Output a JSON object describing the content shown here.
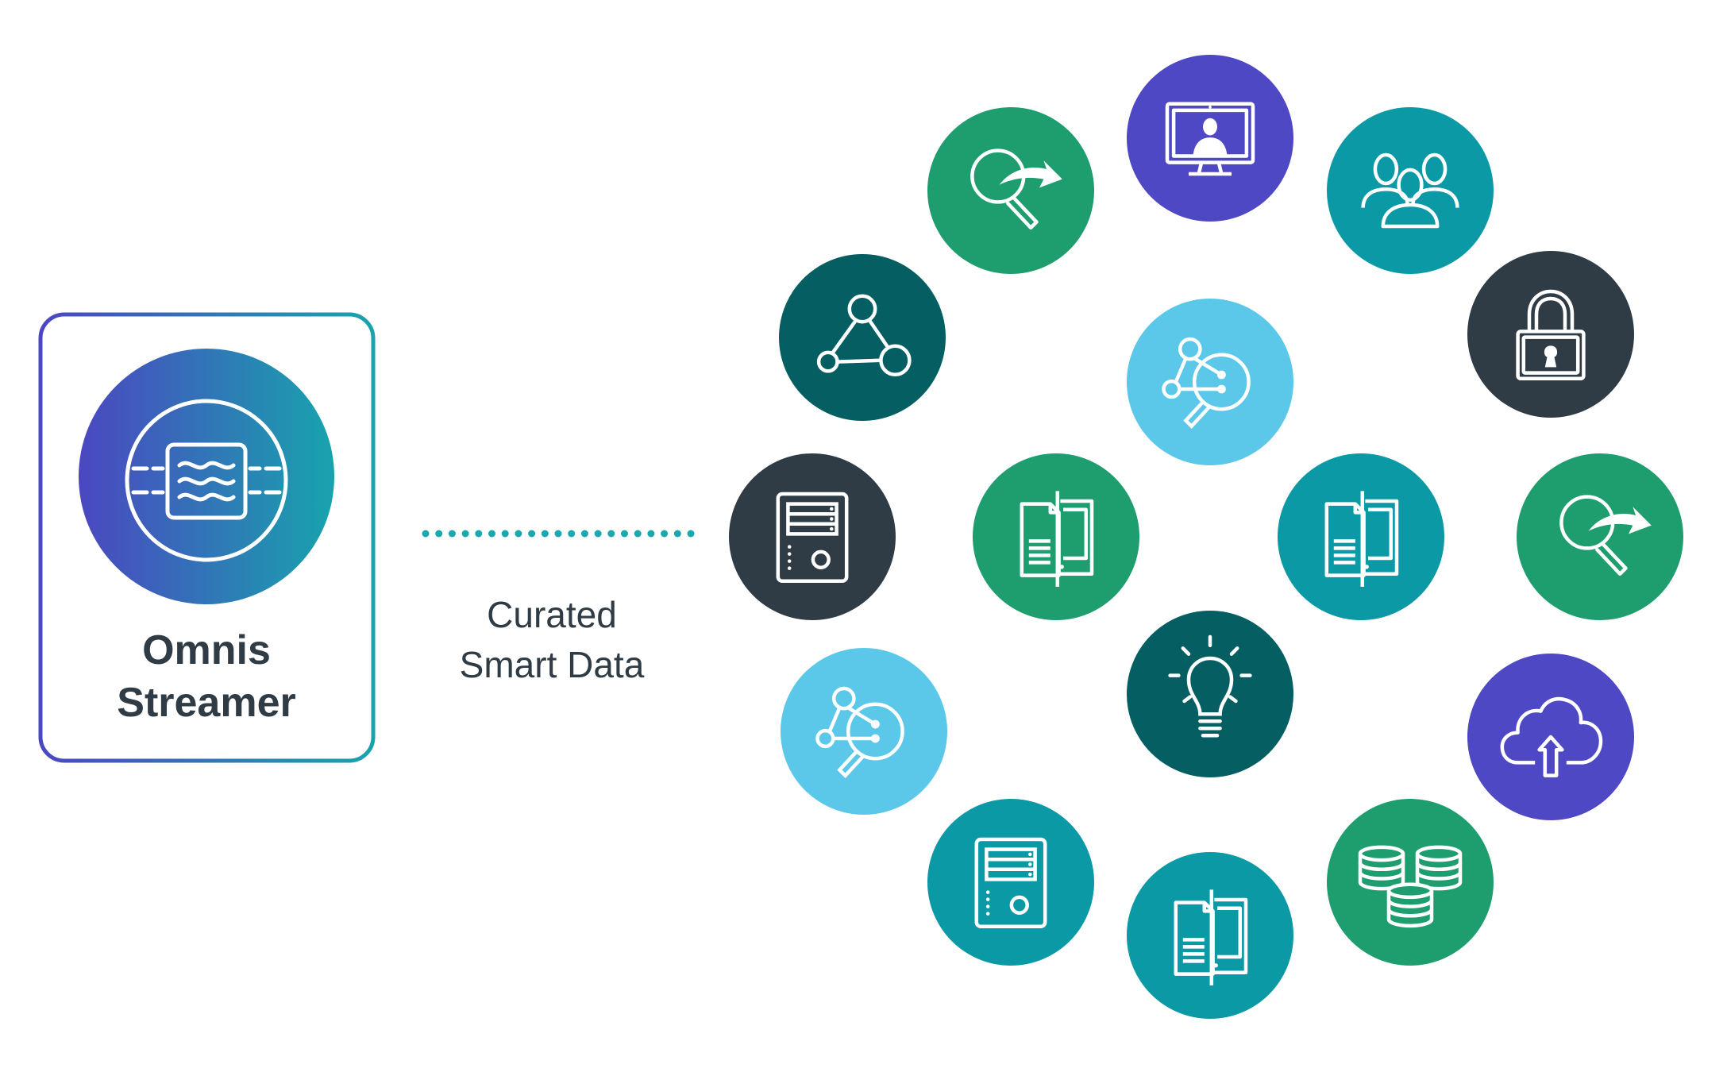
{
  "streamer": {
    "title_line1": "Omnis",
    "title_line2": "Streamer"
  },
  "connector": {
    "label_line1": "Curated",
    "label_line2": "Smart Data",
    "dot_color": "#1aa8b0"
  },
  "colors": {
    "indigo": "#4f48c4",
    "green": "#1e9d6e",
    "teal": "#0b99a5",
    "dark_teal": "#045e62",
    "slate": "#2f3c46",
    "light_blue": "#5bc8ea",
    "frame_from": "#4b47c1",
    "frame_to": "#18a3ad",
    "text_dark": "#2f3c46"
  },
  "nodes": [
    {
      "icon": "monitor-user-icon",
      "color": "indigo"
    },
    {
      "icon": "search-arrow-icon",
      "color": "green"
    },
    {
      "icon": "users-group-icon",
      "color": "teal"
    },
    {
      "icon": "network-triangle-icon",
      "color": "dark_teal"
    },
    {
      "icon": "network-search-icon",
      "color": "light_blue"
    },
    {
      "icon": "padlock-icon",
      "color": "slate"
    },
    {
      "icon": "server-icon",
      "color": "slate"
    },
    {
      "icon": "document-tablet-icon",
      "color": "green"
    },
    {
      "icon": "document-tablet-icon",
      "color": "teal"
    },
    {
      "icon": "search-arrow-icon",
      "color": "green"
    },
    {
      "icon": "network-search-icon",
      "color": "light_blue"
    },
    {
      "icon": "lightbulb-icon",
      "color": "dark_teal"
    },
    {
      "icon": "cloud-upload-icon",
      "color": "indigo"
    },
    {
      "icon": "server-icon",
      "color": "teal"
    },
    {
      "icon": "database-icon",
      "color": "green"
    },
    {
      "icon": "document-tablet-icon",
      "color": "teal"
    }
  ]
}
